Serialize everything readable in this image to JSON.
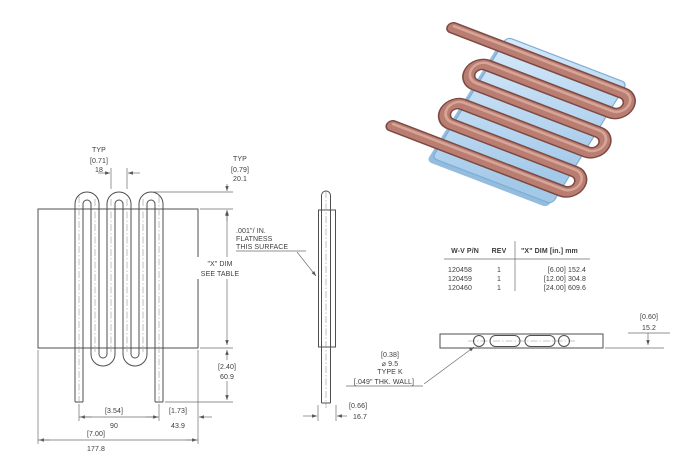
{
  "drawing": {
    "type": "cold-plate heat exchanger drawing",
    "front_view": {
      "dim_pitch": {
        "label": "TYP",
        "in": "[0.71]",
        "mm": "18"
      },
      "dim_protrusion": {
        "label": "TYP",
        "in": "[0.79]",
        "mm": "20.1"
      },
      "dim_x": {
        "line1": "\"X\" DIM",
        "line2": "SEE TABLE"
      },
      "dim_stub": {
        "in": "[2.40]",
        "mm": "60.9"
      },
      "dim_span": {
        "in": "[3.54]",
        "mm": "90"
      },
      "dim_offset": {
        "in": "[1.73]",
        "mm": "43.9"
      },
      "dim_width": {
        "in": "[7.00]",
        "mm": "177.8"
      }
    },
    "side_view": {
      "flatness_note": {
        "line1": ".001\"/ IN.",
        "line2": "FLATNESS",
        "line3": "THIS SURFACE"
      },
      "dim_thickness": {
        "in": "[0.66]",
        "mm": "16.7"
      }
    },
    "plan_view": {
      "tube_note": {
        "line1": "[0.38]",
        "line2": "⌀ 9.5",
        "line3": "TYPE K",
        "line4": "[.049\" THK. WALL]"
      },
      "dim_height": {
        "in": "[0.60]",
        "mm": "15.2"
      }
    },
    "spec_table": {
      "headers": [
        "W-V P/N",
        "REV",
        "\"X\" DIM [in.] mm"
      ],
      "rows": [
        {
          "pn": "120458",
          "rev": "1",
          "xdim": "[6.00] 152.4"
        },
        {
          "pn": "120459",
          "rev": "1",
          "xdim": "[12.00] 304.8"
        },
        {
          "pn": "120460",
          "rev": "1",
          "xdim": "[24.00] 609.6"
        }
      ]
    },
    "iso_view": {
      "plate_color": "#bcd9f2",
      "plate_edge_color": "#7facd2",
      "tube_color": "#b97e71",
      "tube_outline_color": "#7c4a42",
      "tube_highlight_color": "#d9aa9c"
    }
  }
}
